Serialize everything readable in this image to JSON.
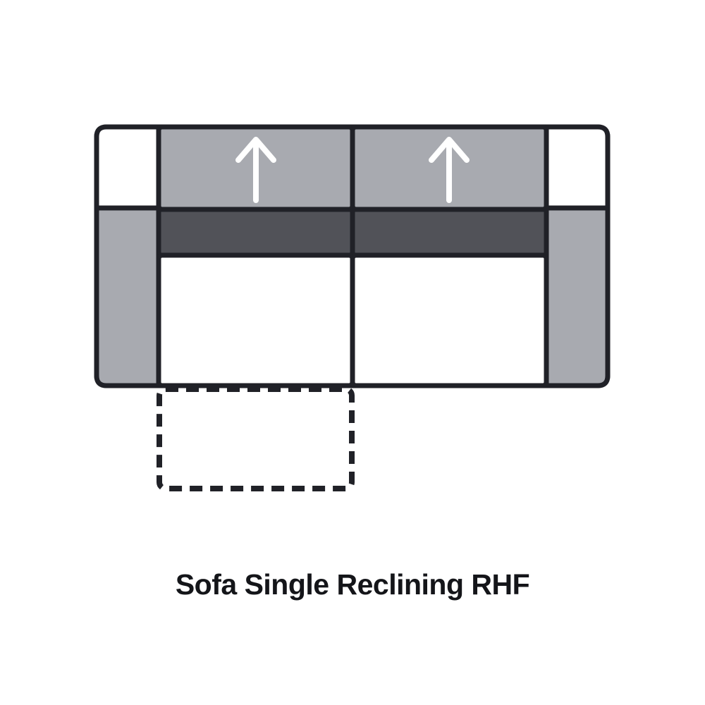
{
  "diagram": {
    "title": "Sofa Single Reclining RHF",
    "view": "sofa top-down schematic",
    "seat_count": 2,
    "icons": [
      {
        "name": "arrow-up-icon",
        "location": "left-backrest"
      },
      {
        "name": "arrow-up-icon",
        "location": "right-backrest"
      }
    ],
    "recliner_footprint_style": "dashed-outline"
  },
  "colors": {
    "outline": "#202127",
    "upholstery_light": "#a8aab0",
    "upholstery_dark": "#515258",
    "seat_fill": "#ffffff",
    "arrow": "#ffffff",
    "title_text": "#141519",
    "background": "#ffffff"
  }
}
